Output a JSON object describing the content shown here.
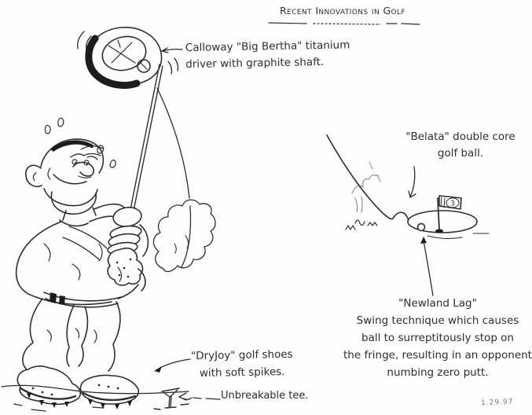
{
  "title": "Recent Innovations in Golf",
  "annotations": {
    "driver_label": {
      "lines": [
        "Calloway \"Big Bertha\" titanium",
        "driver with graphite shaft."
      ]
    },
    "ball_label": {
      "lines": [
        "\"Belata\" double core",
        "golf ball."
      ]
    },
    "lag_label": {
      "heading": "\"Newland Lag\"",
      "lines": [
        "Swing technique which causes",
        "ball to surreptitously stop on",
        "the fringe, resulting in an opponent",
        "numbing zero putt."
      ]
    },
    "shoes_label": {
      "lines": [
        "\"DryJoy\" golf shoes",
        "with soft spikes."
      ]
    },
    "tee_label": "Unbreakable tee."
  },
  "scene": {
    "flag_number": "3",
    "signature": "1.29.97"
  },
  "colors": {
    "ink": "#2e2e2e",
    "paper": "#fdfdfb"
  }
}
